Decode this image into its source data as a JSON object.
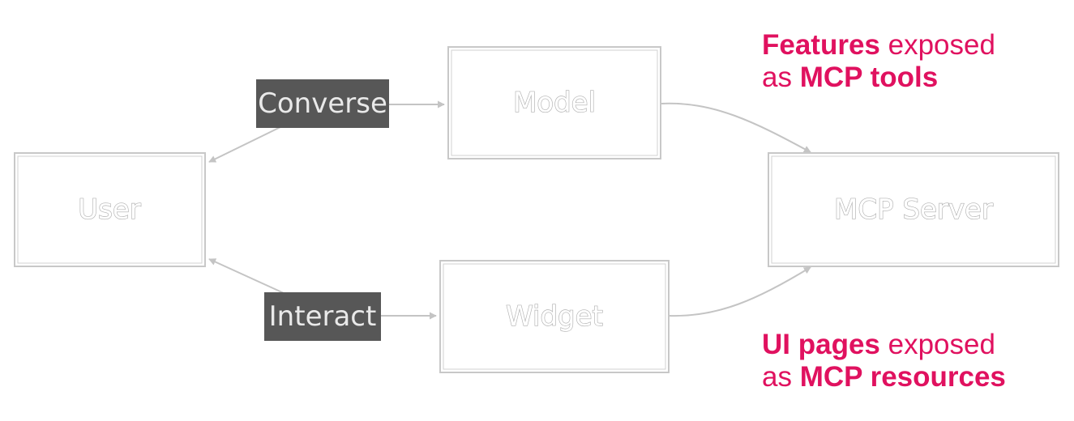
{
  "colors": {
    "annotation_accent": "#e0115f",
    "node_border": "#c8c8c8",
    "node_label": "#b0b0b0",
    "edge": "#c4c4c4",
    "edge_label_background": "#575757",
    "edge_label_text": "#e9e9e9"
  },
  "nodes": {
    "user": "User",
    "model": "Model",
    "widget": "Widget",
    "mcp_server": "MCP Server"
  },
  "edges": {
    "converse": "Converse",
    "interact": "Interact"
  },
  "annotations": {
    "tools": {
      "bold_1": "Features",
      "text_1": " exposed",
      "text_2": "as ",
      "bold_2": "MCP tools"
    },
    "resources": {
      "bold_1": "UI pages",
      "text_1": " exposed",
      "text_2": "as ",
      "bold_2": "MCP resources"
    }
  }
}
